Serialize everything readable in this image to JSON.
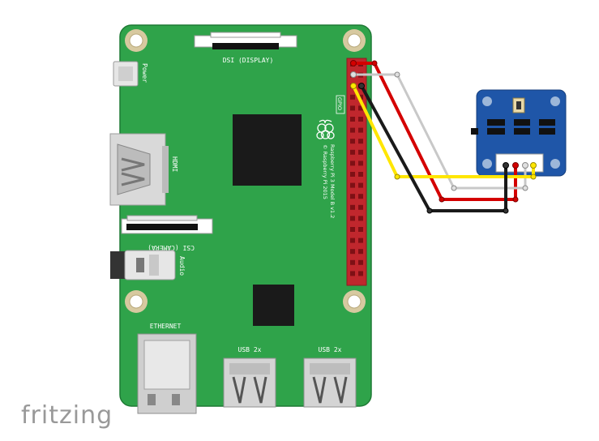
{
  "board": {
    "dsi_label": "DSI (DISPLAY)",
    "power_label": "Power",
    "hdmi_label": "HDMI",
    "csi_label": "CSI (CAMERA)",
    "audio_label": "Audio",
    "gpio_label": "GPIO",
    "model_line1": "Raspberry Pi 3 Model B v1.2",
    "model_line2": "© Raspberry Pi 2015",
    "ethernet_label": "ETHERNET",
    "usb_label_1": "USB 2x",
    "usb_label_2": "USB 2x"
  },
  "wires": [
    {
      "name": "5v-wire",
      "color": "#d40000"
    },
    {
      "name": "signal-white-wire",
      "color": "#c8c8c8"
    },
    {
      "name": "signal-yellow-wire",
      "color": "#ffe600"
    },
    {
      "name": "ground-wire",
      "color": "#1a1a1a"
    }
  ],
  "colors": {
    "board_green": "#2fa34a",
    "sensor_blue": "#1f56a8",
    "header_red": "#c0272d"
  },
  "watermark": "fritzing"
}
